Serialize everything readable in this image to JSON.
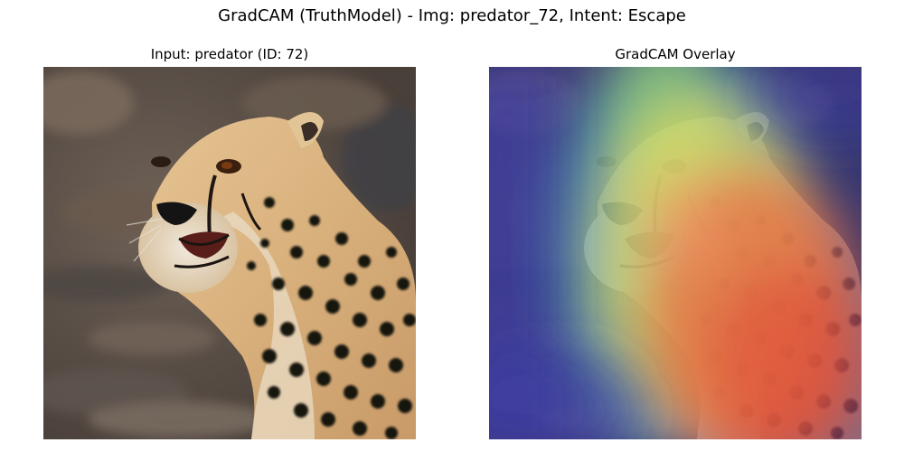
{
  "figure": {
    "title": "GradCAM (TruthModel) - Img: predator_72, Intent: Escape"
  },
  "panels": [
    {
      "title": "Input: predator (ID: 72)",
      "content": "input image"
    },
    {
      "title": "GradCAM Overlay",
      "content": "input image with GradCAM heatmap overlay"
    }
  ],
  "colors": {
    "background": "#ffffff",
    "text": "#000000",
    "heatmap_low": "#3b3bb0",
    "heatmap_mid": "#f2e05a",
    "heatmap_high": "#e0503a"
  }
}
